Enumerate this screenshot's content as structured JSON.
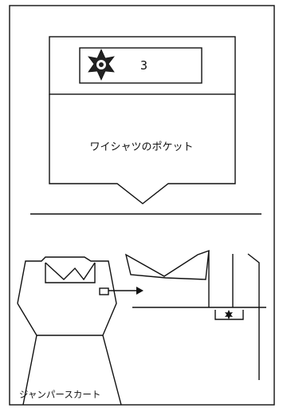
{
  "pocket": {
    "caption": "ワイシャツのポケット",
    "badge_number": "3",
    "badge_icon": "star-crest-icon"
  },
  "jumper_skirt": {
    "caption": "ジャンパースカート"
  },
  "colors": {
    "line": "#111111",
    "background": "#ffffff"
  }
}
